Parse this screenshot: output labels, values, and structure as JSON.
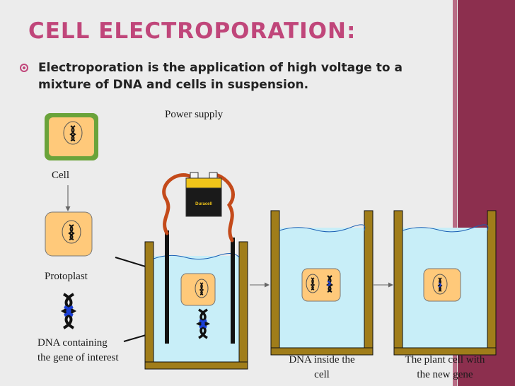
{
  "slide": {
    "title": "CELL ELECTROPORATION:",
    "bullet": "Electroporation is the application of high voltage to a mixture of DNA and cells in suspension."
  },
  "labels": {
    "power_supply": "Power supply",
    "cell": "Cell",
    "protoplast": "Protoplast",
    "dna_line1": "DNA containing",
    "dna_line2": "the gene of interest",
    "dna_inside_line1": "DNA inside the",
    "dna_inside_line2": "cell",
    "plant_cell_line1": "The plant cell with",
    "plant_cell_line2": "the new gene",
    "battery_brand": "Duracell"
  },
  "colors": {
    "accent": "#c0467a",
    "sidebar": "#8c2f4e",
    "cell_fill": "#ffc97a",
    "cell_wall": "#6aa33a",
    "water": "#c8eef8",
    "beaker_wall": "#8b6a14",
    "dna_black": "#111111",
    "dna_blue": "#1a3fd6",
    "wire": "#c44a1a"
  }
}
